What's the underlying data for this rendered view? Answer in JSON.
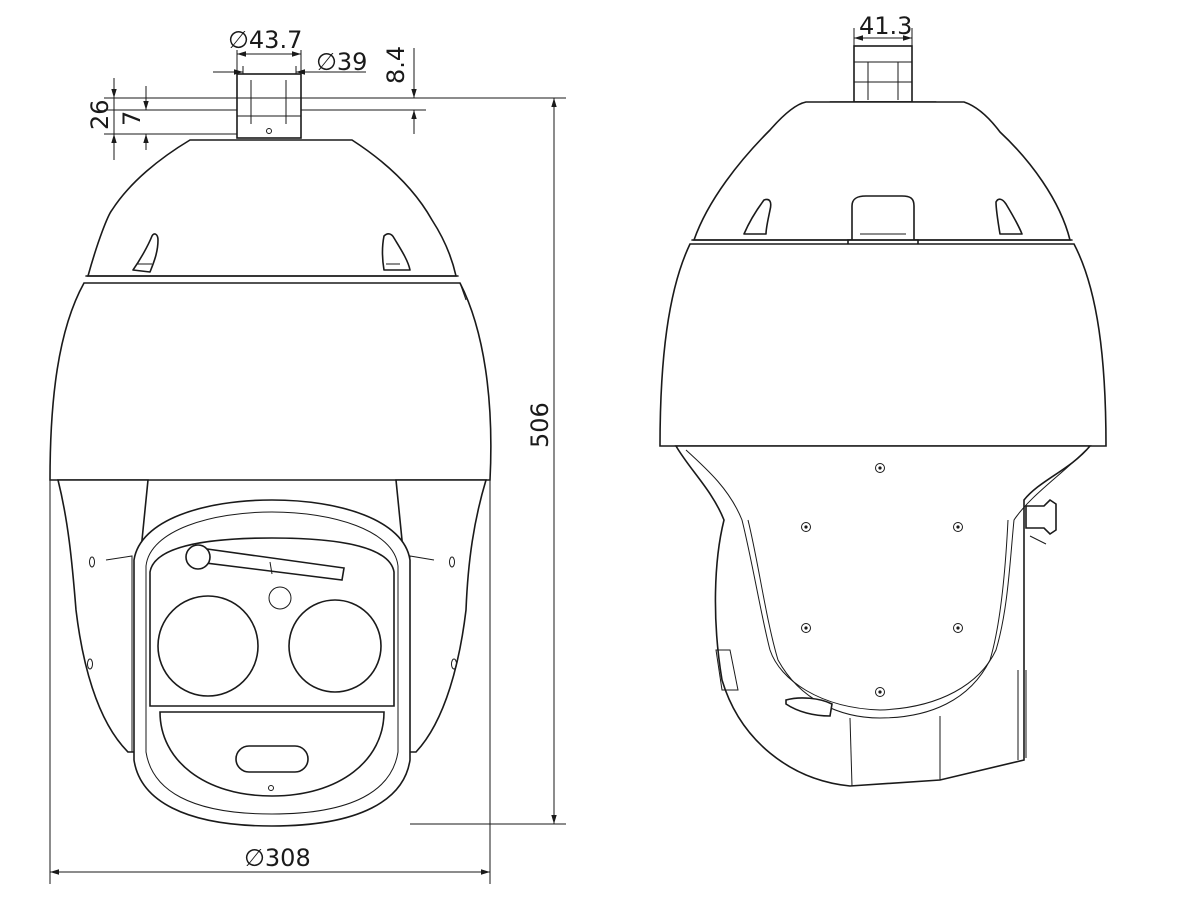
{
  "dimensions": {
    "mount_outer_diameter": "∅43.7",
    "mount_inner_diameter": "∅39",
    "flange_thickness": "8.4",
    "mount_height": "26",
    "collar_height": "7",
    "total_height": "506",
    "body_diameter": "∅308",
    "side_mount_width": "41.3"
  }
}
